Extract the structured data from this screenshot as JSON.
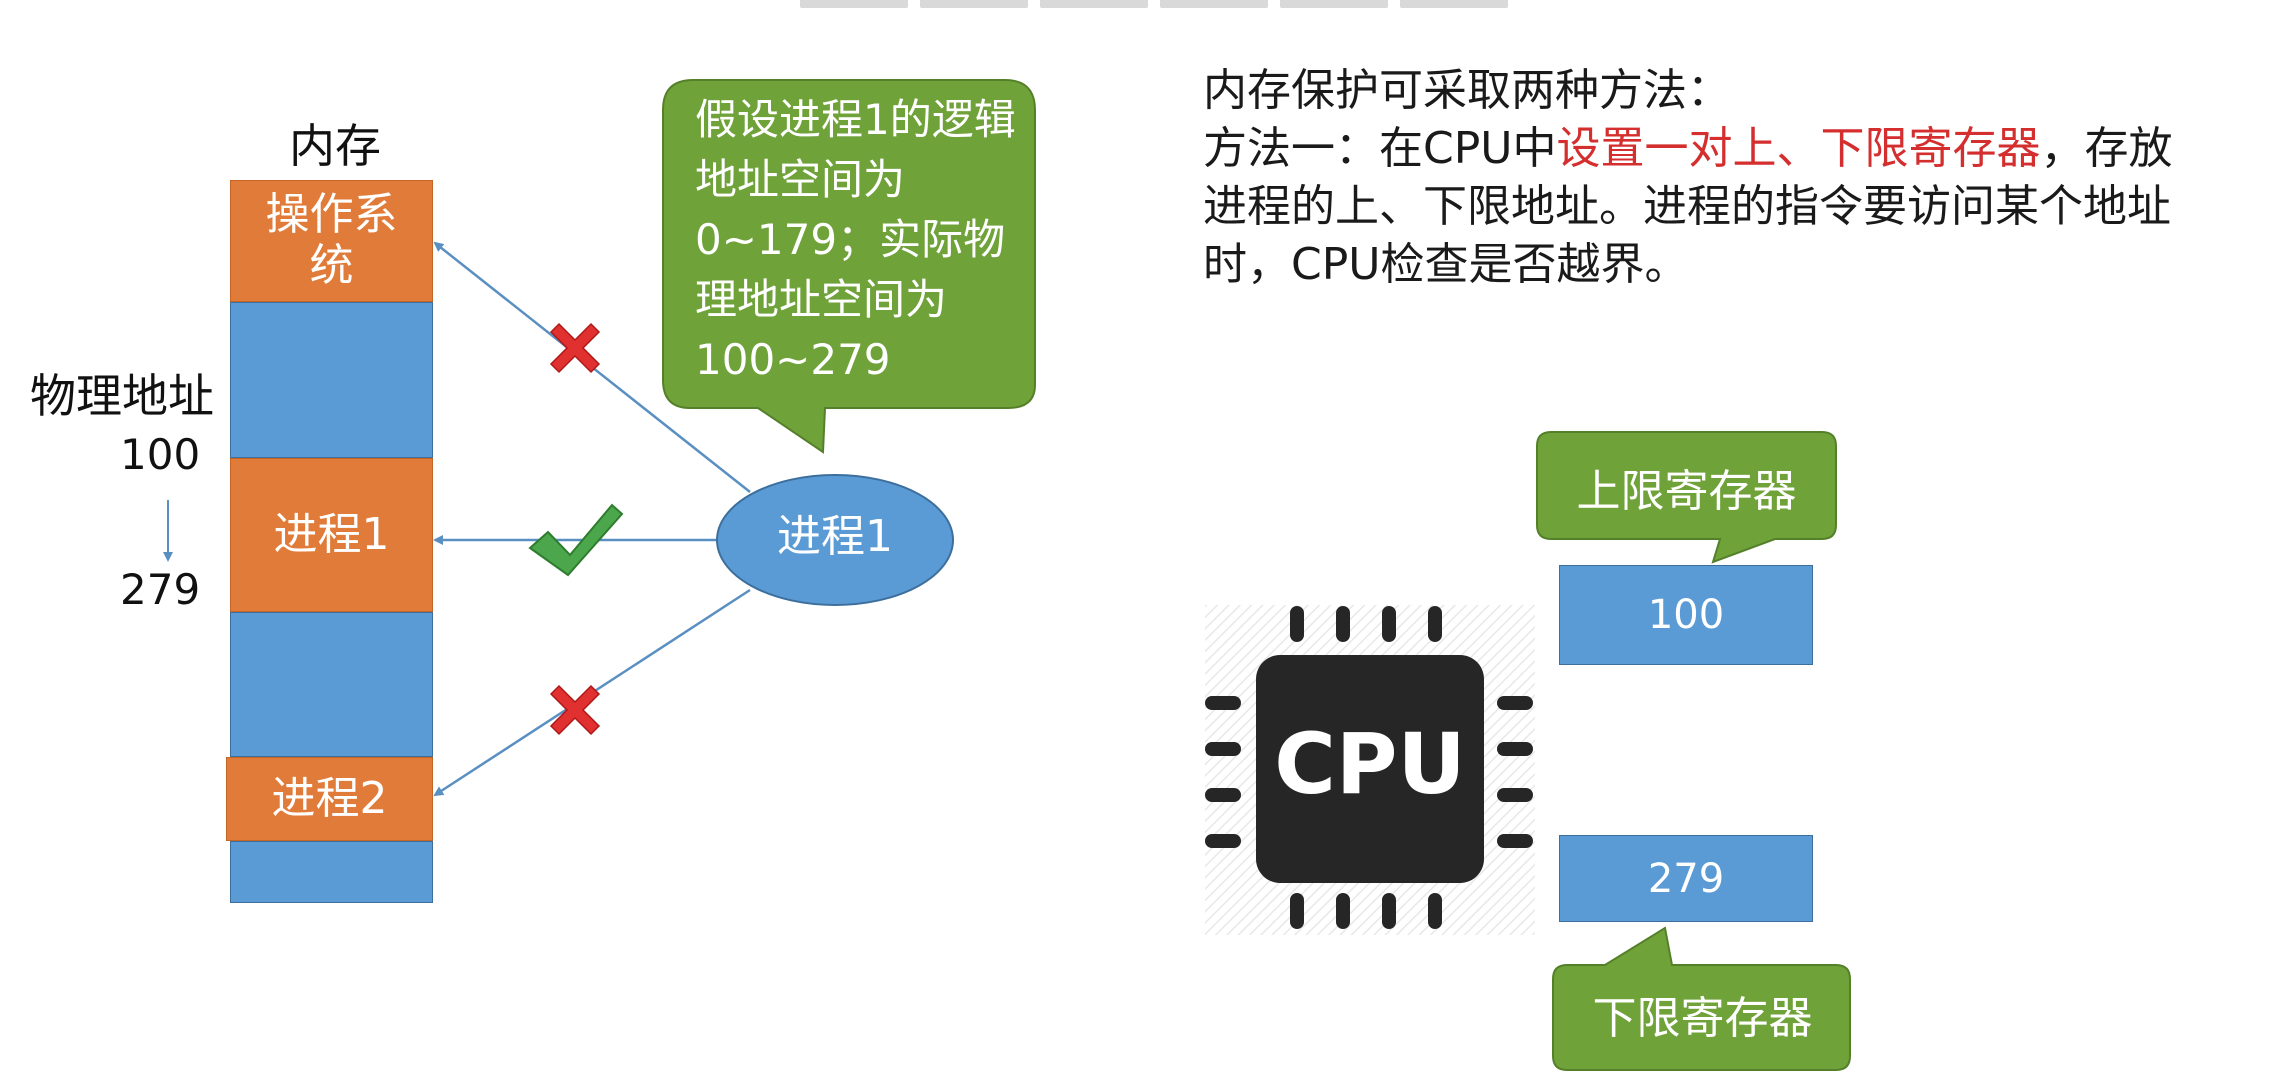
{
  "memory": {
    "title": "内存",
    "physical_address_label": "物理地址",
    "address_start": "100",
    "address_end": "279",
    "blocks": {
      "os": "操作系\n统",
      "process1": "进程1",
      "process2": "进程2"
    }
  },
  "callout": {
    "text": "假设进程1的逻辑地址空间为 0~179；实际物理地址空间为 100~279"
  },
  "process_node": {
    "label": "进程1"
  },
  "description": {
    "line1": "内存保护可采取两种方法：",
    "line2_prefix": "方法一：在CPU中",
    "line2_highlight": "设置一对上、下限寄存器",
    "line2_suffix": "，存放",
    "line3": "进程的上、下限地址。进程的指令要访问某个地址",
    "line4": "时，CPU检查是否越界。"
  },
  "registers": {
    "upper_label": "上限寄存器",
    "upper_value": "100",
    "lower_label": "下限寄存器",
    "lower_value": "279"
  },
  "cpu": {
    "label": "CPU"
  },
  "colors": {
    "memory_blue": "#5b9bd5",
    "memory_orange": "#e07b39",
    "callout_green": "#70a23a",
    "arrow_blue": "#5a8fc2",
    "cross_red": "#e03030",
    "check_green": "#4ca64c",
    "highlight_red": "#d42e2e",
    "cpu_dark": "#262626"
  }
}
